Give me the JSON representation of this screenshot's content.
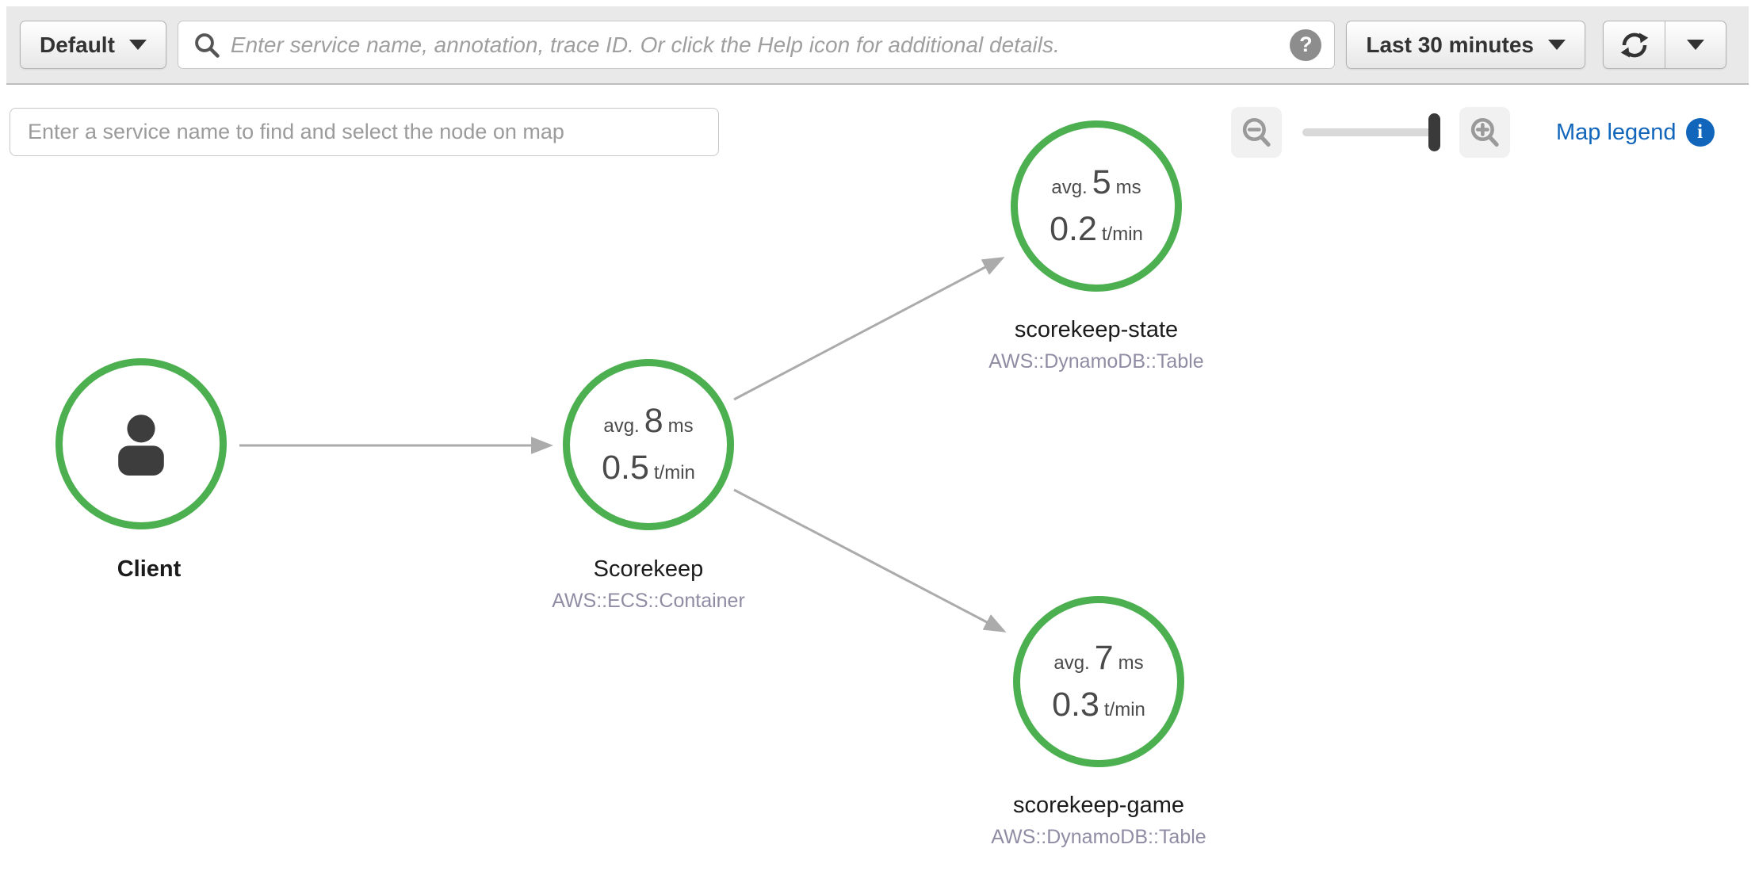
{
  "topbar": {
    "group_button": {
      "label": "Default"
    },
    "search": {
      "placeholder": "Enter service name, annotation, trace ID. Or click the Help icon for additional details.",
      "help_icon_glyph": "?"
    },
    "time_button": {
      "label": "Last 30 minutes"
    }
  },
  "map_toolbar": {
    "find_input": {
      "placeholder": "Enter a service name to find and select the node on map"
    },
    "legend_link": {
      "label": "Map legend"
    },
    "info_icon_glyph": "i",
    "zoom_slider": {
      "position_percent": 92
    }
  },
  "service_map": {
    "nodes": [
      {
        "id": "client",
        "name": "Client",
        "type": ""
      },
      {
        "id": "scorekeep",
        "name": "Scorekeep",
        "type": "AWS::ECS::Container",
        "avg_prefix": "avg.",
        "avg_value": "8",
        "avg_unit": "ms",
        "rate_value": "0.5",
        "rate_unit": "t/min"
      },
      {
        "id": "scorekeep-state",
        "name": "scorekeep-state",
        "type": "AWS::DynamoDB::Table",
        "avg_prefix": "avg.",
        "avg_value": "5",
        "avg_unit": "ms",
        "rate_value": "0.2",
        "rate_unit": "t/min"
      },
      {
        "id": "scorekeep-game",
        "name": "scorekeep-game",
        "type": "AWS::DynamoDB::Table",
        "avg_prefix": "avg.",
        "avg_value": "7",
        "avg_unit": "ms",
        "rate_value": "0.3",
        "rate_unit": "t/min"
      }
    ],
    "edges": [
      {
        "from": "Client",
        "to": "Scorekeep"
      },
      {
        "from": "Scorekeep",
        "to": "scorekeep-state"
      },
      {
        "from": "Scorekeep",
        "to": "scorekeep-game"
      }
    ]
  },
  "colors": {
    "healthy_ring_green": "#4caf50",
    "edge_gray": "#ababab",
    "link_blue": "#1166bb",
    "node_type_text": "#8f8ca3",
    "toolbar_background": "#e9e9e9",
    "slider_handle": "#3a3a3a"
  }
}
